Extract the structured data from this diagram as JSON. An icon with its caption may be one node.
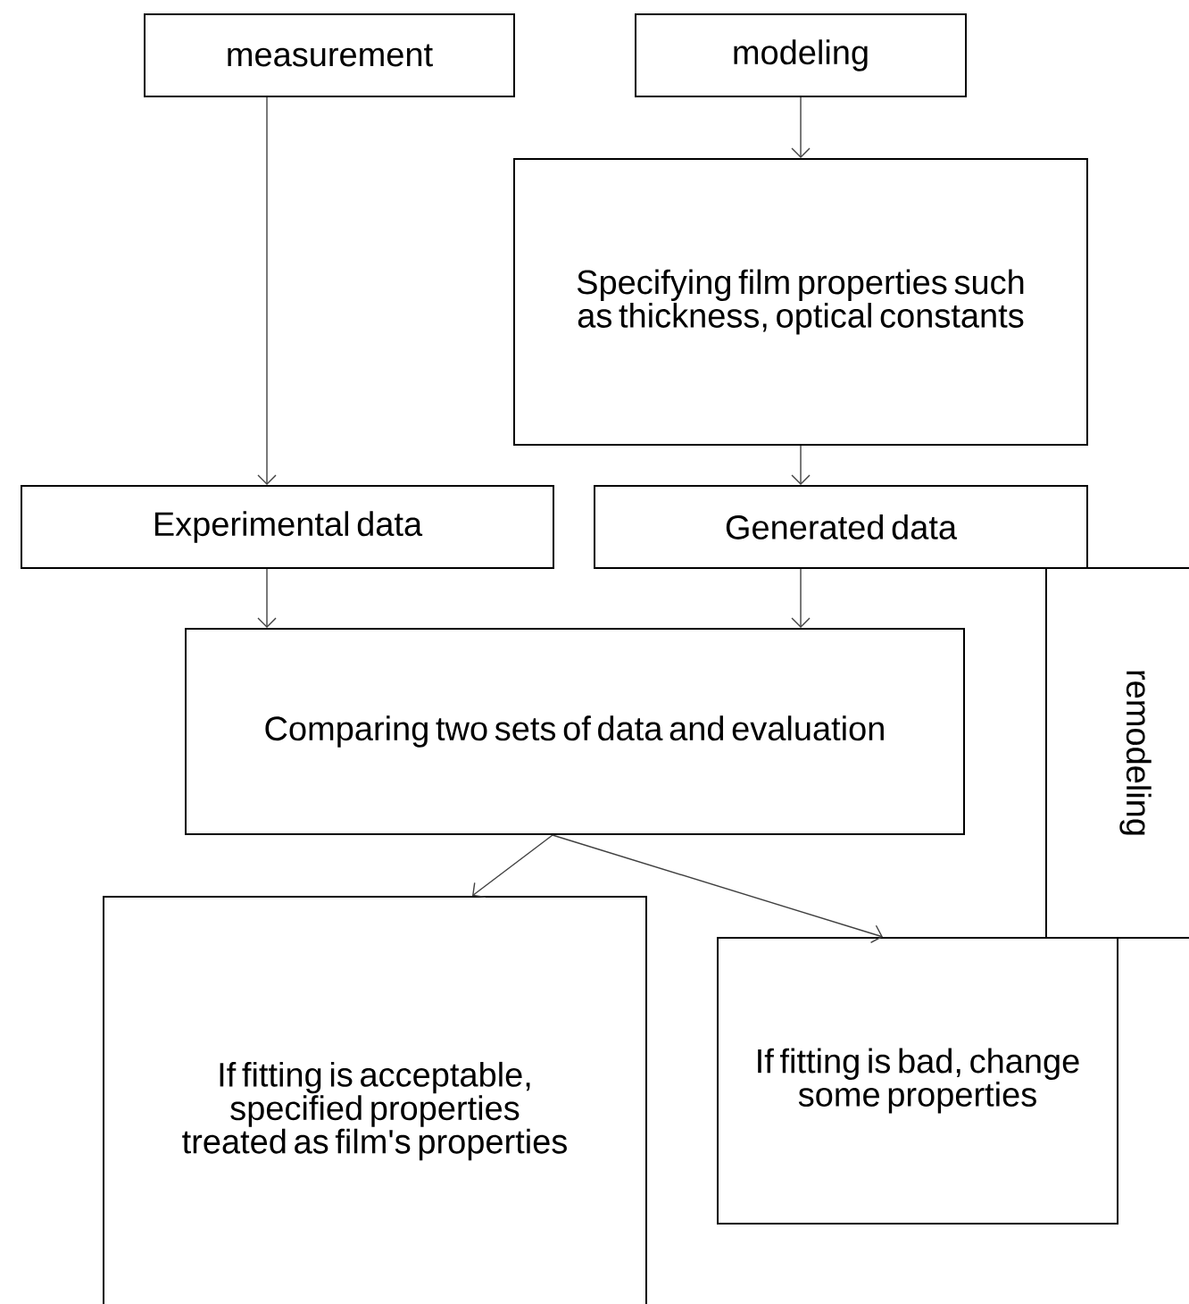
{
  "diagram": {
    "nodes": [
      {
        "text": [
          "measurement"
        ]
      },
      {
        "text": [
          "modeling"
        ]
      },
      {
        "text": [
          "Specifying film properties such as thickness, optical constants"
        ]
      },
      {
        "text": [
          "Experimental data"
        ]
      },
      {
        "text": [
          "Generated data"
        ]
      },
      {
        "text": [
          "remodeling"
        ]
      },
      {
        "text": [
          "Comparing two sets of data and evaluation"
        ]
      },
      {
        "text": [
          "If fitting is acceptable, specified properties treated as film's properties"
        ]
      },
      {
        "text": [
          "If fitting is bad, change some properties"
        ]
      }
    ],
    "edges": [
      {
        "from": 0,
        "to": 3,
        "arrow": "to"
      },
      {
        "from": 1,
        "to": 2,
        "arrow": "to"
      },
      {
        "from": 2,
        "to": 4,
        "arrow": "to"
      },
      {
        "from": 3,
        "to": 6,
        "arrow": "to"
      },
      {
        "from": 4,
        "to": 6,
        "arrow": "to"
      },
      {
        "from": 6,
        "to": 7,
        "arrow": "to"
      },
      {
        "from": 6,
        "to": 8,
        "arrow": "to"
      }
    ]
  }
}
